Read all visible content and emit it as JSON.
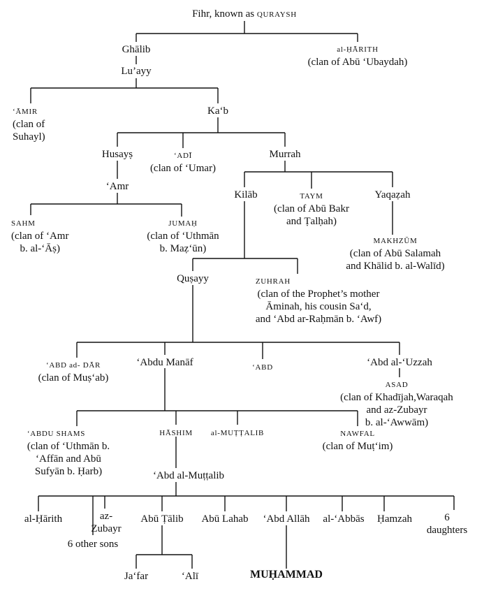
{
  "root": {
    "prefix": "Fihr, known as",
    "clan": "QURAYSH"
  },
  "ghalib": "Ghālib",
  "harith_top": {
    "name": "al-ḤĀRITH",
    "sub": "(clan of Abū ‘Ubaydah)"
  },
  "luayy": "Lu’ayy",
  "amir": {
    "name": "‘ĀMIR",
    "sub1": "(clan of",
    "sub2": "Suhayl)"
  },
  "kab": "Ka‘b",
  "husays": "Husayṣ",
  "adi": {
    "name": "‘ADĪ",
    "sub": "(clan of ‘Umar)"
  },
  "murrah": "Murrah",
  "amr": "‘Amr",
  "kilab": "Kilāb",
  "taym": {
    "name": "TAYM",
    "sub1": "(clan of Abū Bakr",
    "sub2": "and Ṭalḥah)"
  },
  "yaqazah": "Yaqaẓah",
  "sahm": {
    "name": "SAHM",
    "sub1": "(clan of ‘Amr",
    "sub2": "b. al-‘Āṣ)"
  },
  "jumah": {
    "name": "JUMAḤ",
    "sub1": "(clan of ‘Uthmān",
    "sub2": "b. Maẓ‘ūn)"
  },
  "makhzum": {
    "name": "MAKHZŪM",
    "sub1": "(clan of Abū Salamah",
    "sub2": "and Khālid b. al-Walīd)"
  },
  "qusayy": "Quṣayy",
  "zuhrah": {
    "name": "ZUHRAH",
    "sub1": "(clan of the Prophet’s mother",
    "sub2": "Āminah, his cousin Sa‘d,",
    "sub3": "and ‘Abd ar-Raḥmān b. ‘Awf)"
  },
  "abd_ad_dar": {
    "name": "‘ABD ad- DĀR",
    "sub": "(clan of Muṣ‘ab)"
  },
  "abdu_manaf": "‘Abdu Manāf",
  "abd": "‘ABD",
  "abd_al_uzzah": "‘Abd al-‘Uzzah",
  "asad": {
    "name": "ASAD",
    "sub1": "(clan of Khadījah,Waraqah",
    "sub2": "and az-Zubayr",
    "sub3": "b. al-‘Awwām)"
  },
  "abdu_shams": {
    "name": "‘ABDU SHAMS",
    "sub1": "(clan of ‘Uthmān b.",
    "sub2": "‘Affān and Abū",
    "sub3": "Sufyān b. Ḥarb)"
  },
  "hashim": "HĀSHIM",
  "al_muttalib": "al-MUṬṬALIB",
  "nawfal": {
    "name": "NAWFAL",
    "sub": "(clan of Muṭ‘im)"
  },
  "abd_al_muttalib": "‘Abd al-Muṭṭalib",
  "children": {
    "al_harith": "al-Ḥārith",
    "az_zubayr_1": "az-",
    "az_zubayr_2": "Zubayr",
    "other_sons": "6 other sons",
    "abu_talib": "Abū Ṭālib",
    "abu_lahab": "Abū Lahab",
    "abd_allah": "‘Abd Allāh",
    "al_abbas": "al-‘Abbās",
    "hamzah": "Ḥamzah",
    "daughters_1": "6",
    "daughters_2": "daughters"
  },
  "jafar": "Ja‘far",
  "ali": "‘Alī",
  "muhammad": "MUḤAMMAD"
}
